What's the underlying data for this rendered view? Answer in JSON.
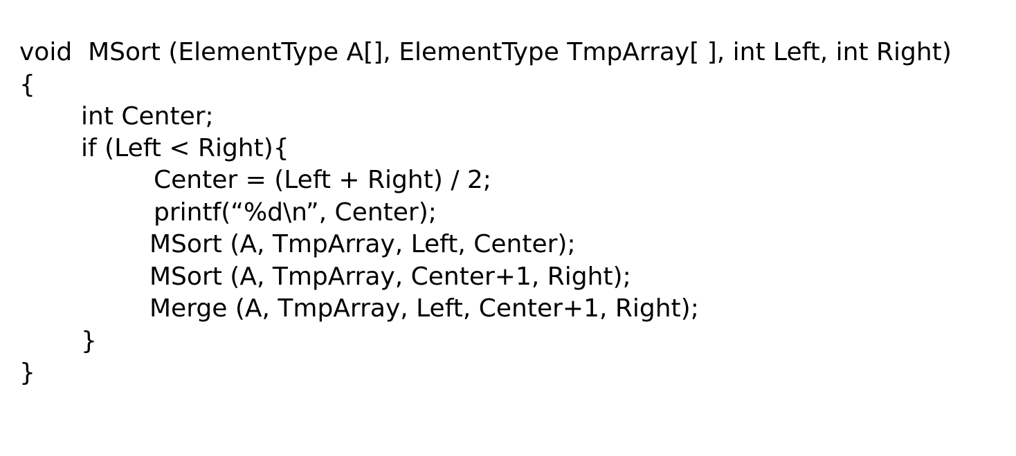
{
  "document": {
    "lines": [
      "void  MSort (ElementType A[], ElementType TmpArray[ ], int Left, int Right)",
      "{",
      "int Center;",
      "if (Left < Right){",
      "Center = (Left + Right) / 2;",
      "printf(“%d\\n”, Center);",
      "MSort (A, TmpArray, Left, Center);",
      "MSort (A, TmpArray, Center+1, Right);",
      "Merge (A, TmpArray, Left, Center+1, Right);",
      "}",
      "}"
    ]
  },
  "colors": {
    "text": "#000000",
    "background": "#ffffff"
  }
}
